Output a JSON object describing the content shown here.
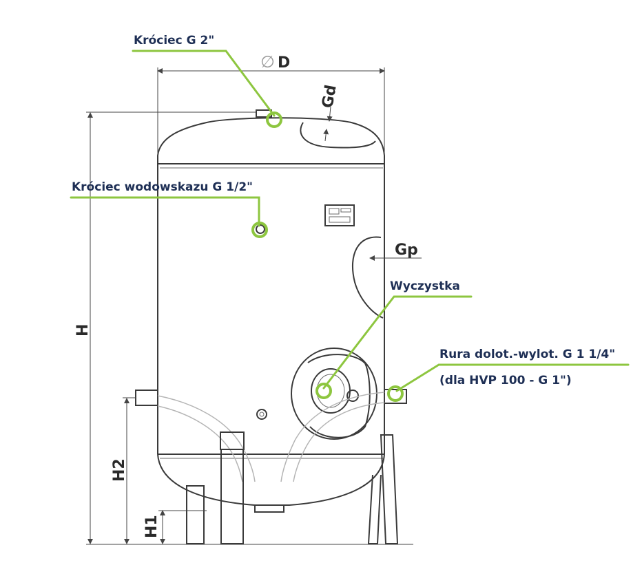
{
  "accent_color": "#8dc63f",
  "label_color": "#1e2f55",
  "callouts": {
    "connector_top": "Króciec G 2\"",
    "gauge_connector": "Króciec wodowskazu G 1/2\"",
    "cleanout": "Wyczystka",
    "inlet_outlet_line1": "Rura dolot.-wylot. G 1 1/4\"",
    "inlet_outlet_line2": "(dla HVP 100 - G 1\")"
  },
  "dimensions": {
    "diameter_symbol": "∅",
    "diameter": "D",
    "gd": "Gd",
    "gp": "Gp",
    "h": "H",
    "h2": "H2",
    "h1": "H1"
  }
}
